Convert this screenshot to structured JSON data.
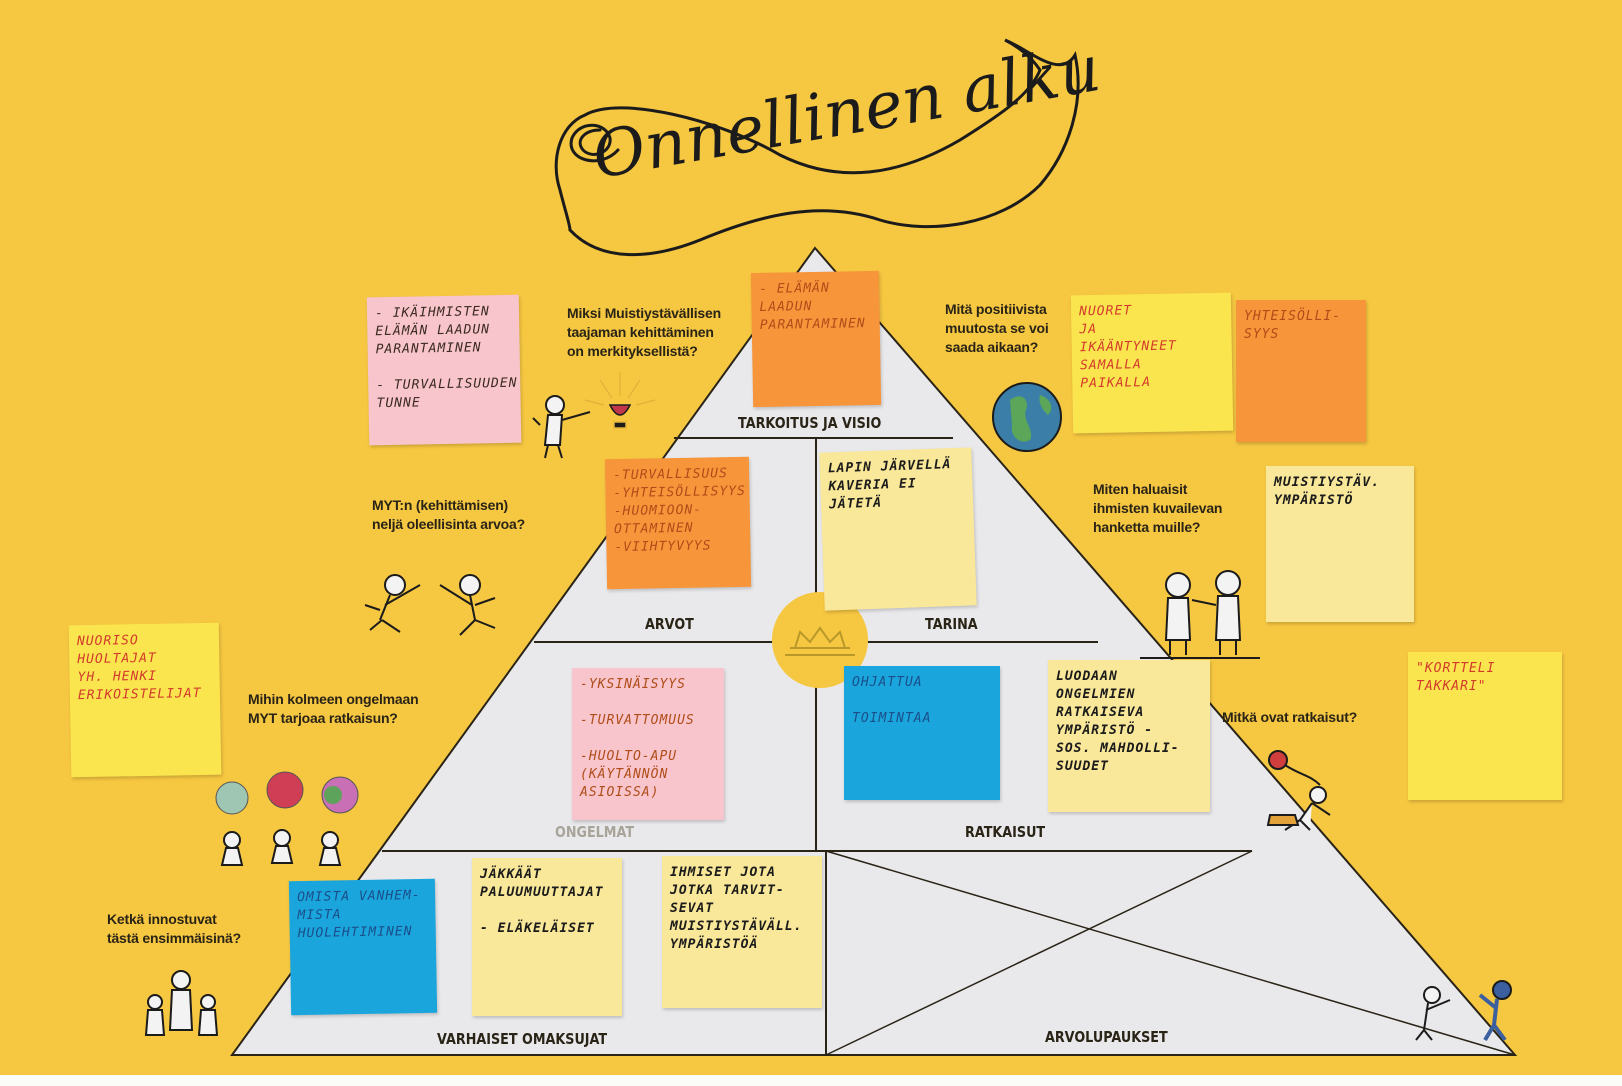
{
  "colors": {
    "background": "#f6c741",
    "pyramid": "#e9e9ec",
    "ink": "#2a2417"
  },
  "title": "Onnellinen alku",
  "levels": {
    "tarkoitus": "TARKOITUS JA VISIO",
    "arvot": "ARVOT",
    "tarina": "TARINA",
    "ongelmat": "ONGELMAT",
    "ratkaisut": "RATKAISUT",
    "omaksujat": "VARHAISET OMAKSUJAT",
    "arvolupaukset": "ARVOLUPAUKSET"
  },
  "questions": {
    "miksi": [
      "Miksi Muistiystävällisen",
      "taajaman kehittäminen",
      "on merkityksellistä?"
    ],
    "mita": [
      "Mitä positiivista",
      "muutosta se voi",
      "saada aikaan?"
    ],
    "myt": [
      "MYT:n (kehittämisen)",
      "neljä oleellisinta arvoa?"
    ],
    "miten": [
      "Miten haluaisit",
      "ihmisten kuvailevan",
      "hanketta muille?"
    ],
    "mihin": [
      "Mihin kolmeen ongelmaan",
      "MYT tarjoaa ratkaisun?"
    ],
    "mitka": [
      "Mitkä ovat ratkaisut?"
    ],
    "ketka": [
      "Ketkä innostuvat",
      "tästä ensimmäisinä?"
    ]
  },
  "notes": {
    "pink_top": [
      "- IKÄIHMISTEN",
      "  ELÄMÄN LAADUN",
      "  PARANTAMINEN",
      "",
      "- TURVALLISUUDEN",
      "  TUNNE"
    ],
    "orange_top": [
      "- ELÄMÄN",
      "  LAADUN",
      "  PARANTAMINEN"
    ],
    "yellow_nuoret": [
      "NUORET",
      " JA",
      "IKÄÄNTYNEET",
      "SAMALLA",
      "PAIKALLA"
    ],
    "orange_yhteis": [
      "YHTEISÖLLI-",
      " SYYS"
    ],
    "orange_arvot": [
      "-TURVALLISUUS",
      "-YHTEISÖLLISYYS",
      "-HUOMIOON-",
      " OTTAMINEN",
      "-VIIHTYVYYS"
    ],
    "pale_tarina": [
      "LAPIN JÄRVELLÄ",
      "KAVERIA EI",
      "JÄTETÄ"
    ],
    "pale_muisti": [
      "MUISTIYSTÄV.",
      "YMPÄRISTÖ"
    ],
    "yellow_nuoriso": [
      "NUORISO",
      "HUOLTAJAT",
      "YH. HENKI",
      "ERIKOISTELIJAT"
    ],
    "pink_ongelmat": [
      "-YKSINÄISYYS",
      "",
      "-TURVATTOMUUS",
      "",
      "-HUOLTO-APU",
      " (KÄYTÄNNÖN",
      "  ASIOISSA)"
    ],
    "blue_ratkaisut": [
      "OHJATTUA",
      "",
      "TOIMINTAA"
    ],
    "pale_ratkaisut": [
      "LUODAAN",
      "ONGELMIEN",
      "RATKAISEVA",
      "YMPÄRISTÖ -",
      "SOS. MAHDOLLI-",
      "SUUDET"
    ],
    "yellow_korttelit": [
      "\"KORTTELI",
      "TAKKARI\""
    ],
    "blue_omaksujat": [
      "OMISTA VANHEM-",
      "MISTA",
      "HUOLEHTIMINEN"
    ],
    "pale_jakkaat": [
      "JÄKKÄÄT",
      "PALUUMUUTTAJAT",
      "",
      "- ELÄKELÄISET"
    ],
    "pale_ihmiset": [
      "IHMISET JOTA",
      "JOTKA TARVIT-",
      "SEVAT",
      "MUISTIYSTÄVÄLL.",
      "YMPÄRISTÖÄ"
    ]
  }
}
